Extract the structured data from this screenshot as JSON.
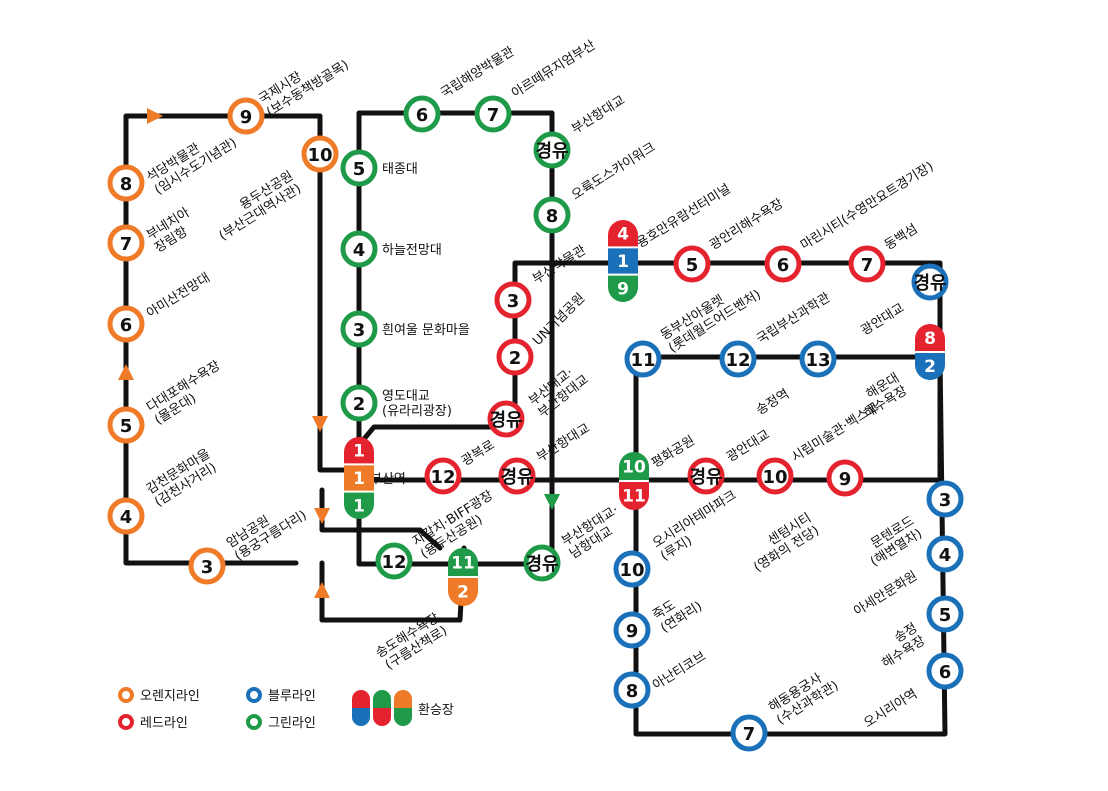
{
  "colors": {
    "orange": "#EF7A28",
    "red": "#E4232F",
    "blue": "#1A71B9",
    "green": "#1F9A48",
    "track": "#111111"
  },
  "legend": {
    "orange": "오렌지라인",
    "red": "레드라인",
    "blue": "블루라인",
    "green": "그린라인",
    "transfer": "환승장"
  },
  "stations": [
    {
      "id": "o9",
      "line": "orange",
      "num": "9",
      "label": "국제시장\n(보수동책방골목)"
    },
    {
      "id": "o10",
      "line": "orange",
      "num": "10",
      "label": "용두산공원\n(부산근대역사관)"
    },
    {
      "id": "o8",
      "line": "orange",
      "num": "8",
      "label": "석당박물관\n(임시수도기념관)"
    },
    {
      "id": "o7",
      "line": "orange",
      "num": "7",
      "label": "부네치아\n장림항"
    },
    {
      "id": "o6",
      "line": "orange",
      "num": "6",
      "label": "아미산전망대"
    },
    {
      "id": "o5",
      "line": "orange",
      "num": "5",
      "label": "다대포해수욕장\n(몰운대)"
    },
    {
      "id": "o4",
      "line": "orange",
      "num": "4",
      "label": "감천문화마을\n(감천사거리)"
    },
    {
      "id": "o3",
      "line": "orange",
      "num": "3",
      "label": "암남공원\n(용궁구름다리)"
    },
    {
      "id": "g6",
      "line": "green",
      "num": "6",
      "label": "국립해양박물관"
    },
    {
      "id": "g7",
      "line": "green",
      "num": "7",
      "label": "아르떼뮤지엄부산"
    },
    {
      "id": "gv1",
      "line": "green",
      "num": "경유",
      "label": "부산항대교"
    },
    {
      "id": "g8",
      "line": "green",
      "num": "8",
      "label": "오륙도스카이워크"
    },
    {
      "id": "g5",
      "line": "green",
      "num": "5",
      "label": "태종대"
    },
    {
      "id": "g4",
      "line": "green",
      "num": "4",
      "label": "하늘전망대"
    },
    {
      "id": "g3",
      "line": "green",
      "num": "3",
      "label": "흰여울 문화마을"
    },
    {
      "id": "g2",
      "line": "green",
      "num": "2",
      "label": "영도대교\n(유라리광장)"
    },
    {
      "id": "g12",
      "line": "green",
      "num": "12",
      "label": "자갈치·BIFF광장\n(용두산공원)"
    },
    {
      "id": "gv2",
      "line": "green",
      "num": "경유",
      "label": "부산항대교·\n남항대교"
    },
    {
      "id": "r5",
      "line": "red",
      "num": "5",
      "label": "광안리해수욕장"
    },
    {
      "id": "r6",
      "line": "red",
      "num": "6",
      "label": "마린시티(수영만요트경기장)"
    },
    {
      "id": "r7",
      "line": "red",
      "num": "7",
      "label": "동백섬"
    },
    {
      "id": "r3",
      "line": "red",
      "num": "3",
      "label": "부산박물관"
    },
    {
      "id": "r2",
      "line": "red",
      "num": "2",
      "label": "UN기념공원"
    },
    {
      "id": "rv1",
      "line": "red",
      "num": "경유",
      "label": "부산대교·\n부산항대교"
    },
    {
      "id": "r12",
      "line": "red",
      "num": "12",
      "label": "광복로"
    },
    {
      "id": "rv2",
      "line": "red",
      "num": "경유",
      "label": "부산항대교"
    },
    {
      "id": "rv3",
      "line": "red",
      "num": "경유",
      "label": "광안대교"
    },
    {
      "id": "r10",
      "line": "red",
      "num": "10",
      "label": "시립미술관·벡스코"
    },
    {
      "id": "r9",
      "line": "red",
      "num": "9",
      "label": "센텀시티\n(영화의 전당)"
    },
    {
      "id": "bv",
      "line": "blue",
      "num": "경유",
      "label": "광안대교"
    },
    {
      "id": "b11",
      "line": "blue",
      "num": "11",
      "label": "동부산아울렛\n(롯데월드어드벤처)"
    },
    {
      "id": "b12",
      "line": "blue",
      "num": "12",
      "label": "국립부산과학관"
    },
    {
      "id": "b13",
      "line": "blue",
      "num": "13",
      "label": "송정역"
    },
    {
      "id": "b3",
      "line": "blue",
      "num": "3",
      "label": "문텐로드\n(해변열차)"
    },
    {
      "id": "b4",
      "line": "blue",
      "num": "4",
      "label": "아세안문화원"
    },
    {
      "id": "b5",
      "line": "blue",
      "num": "5",
      "label": "송정\n해수욕장"
    },
    {
      "id": "b6",
      "line": "blue",
      "num": "6",
      "label": "오시리아역"
    },
    {
      "id": "b7",
      "line": "blue",
      "num": "7",
      "label": "해동용궁사\n(수산과학관)"
    },
    {
      "id": "b8",
      "line": "blue",
      "num": "8",
      "label": "아난티코브"
    },
    {
      "id": "b9",
      "line": "blue",
      "num": "9",
      "label": "죽도\n(연화리)"
    },
    {
      "id": "b10",
      "line": "blue",
      "num": "10",
      "label": "오시리아테마파크\n(루지)"
    }
  ],
  "transfers": [
    {
      "id": "t-busan",
      "label": "부산역",
      "segments": [
        {
          "line": "red",
          "num": "1"
        },
        {
          "line": "orange",
          "num": "1"
        },
        {
          "line": "green",
          "num": "1"
        }
      ]
    },
    {
      "id": "t-yonghoman",
      "label": "용호만유람선터미널",
      "segments": [
        {
          "line": "red",
          "num": "4"
        },
        {
          "line": "blue",
          "num": "1"
        },
        {
          "line": "green",
          "num": "9"
        }
      ]
    },
    {
      "id": "t-haeundae",
      "label": "해운대\n해수욕장",
      "segments": [
        {
          "line": "red",
          "num": "8"
        },
        {
          "line": "blue",
          "num": "2"
        }
      ]
    },
    {
      "id": "t-pyeonghwa",
      "label": "평화공원",
      "segments": [
        {
          "line": "green",
          "num": "10"
        },
        {
          "line": "red",
          "num": "11"
        }
      ]
    },
    {
      "id": "t-songdo",
      "label": "송도해수욕장\n(구름산책로)",
      "segments": [
        {
          "line": "green",
          "num": "11"
        },
        {
          "line": "orange",
          "num": "2"
        }
      ]
    }
  ]
}
